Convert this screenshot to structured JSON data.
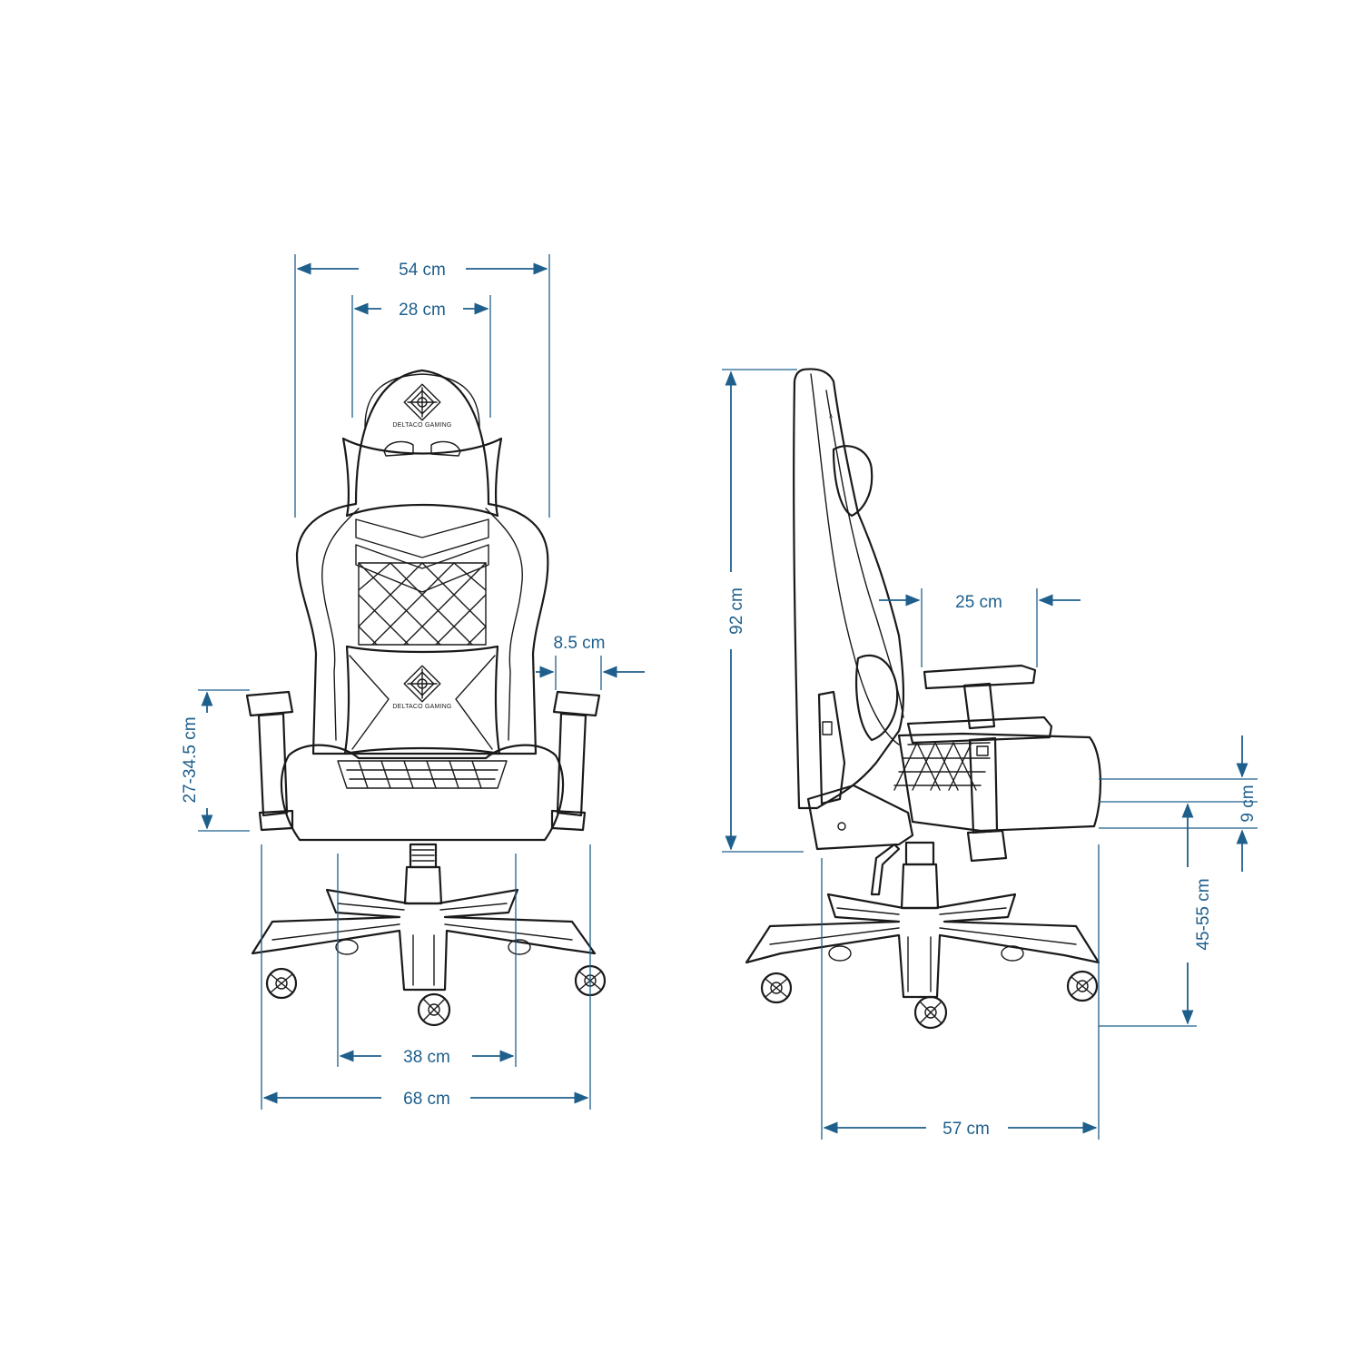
{
  "colors": {
    "dimension": "#1e5f8c",
    "outline": "#1a1a1a",
    "background": "#ffffff"
  },
  "brand": {
    "logo_text_backrest": "DELTACO GAMING",
    "logo_text_lumbar": "DELTACO GAMING",
    "logo_icon": "diamond-crosshair-emblem"
  },
  "front_view": {
    "dimensions": {
      "overall_width": "54 cm",
      "backrest_top_width": "28 cm",
      "armrest_gap": "8.5 cm",
      "armrest_height": "27-34.5 cm",
      "inner_base_width": "38 cm",
      "base_width": "68 cm"
    }
  },
  "side_view": {
    "dimensions": {
      "backrest_height": "92 cm",
      "seat_depth": "25 cm",
      "seat_thickness": "9 cm",
      "seat_height": "45-55 cm",
      "base_depth": "57 cm"
    }
  }
}
